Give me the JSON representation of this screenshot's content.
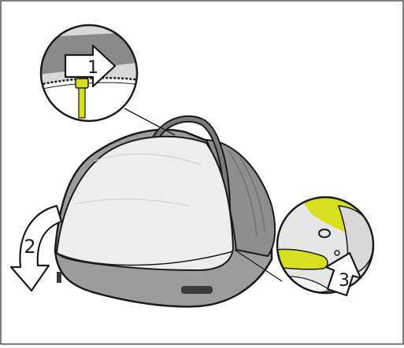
{
  "steps": [
    {
      "number": "1",
      "action": "push-arrow-right"
    },
    {
      "number": "2",
      "action": "rotate-arrow-down"
    },
    {
      "number": "3",
      "action": "push-arrow-up"
    }
  ],
  "colors": {
    "highlight": "#d6e021",
    "product_grey": "#9c9c9c",
    "cover": "#ededed",
    "outline": "#1a1a1a",
    "frame": "#555555"
  }
}
